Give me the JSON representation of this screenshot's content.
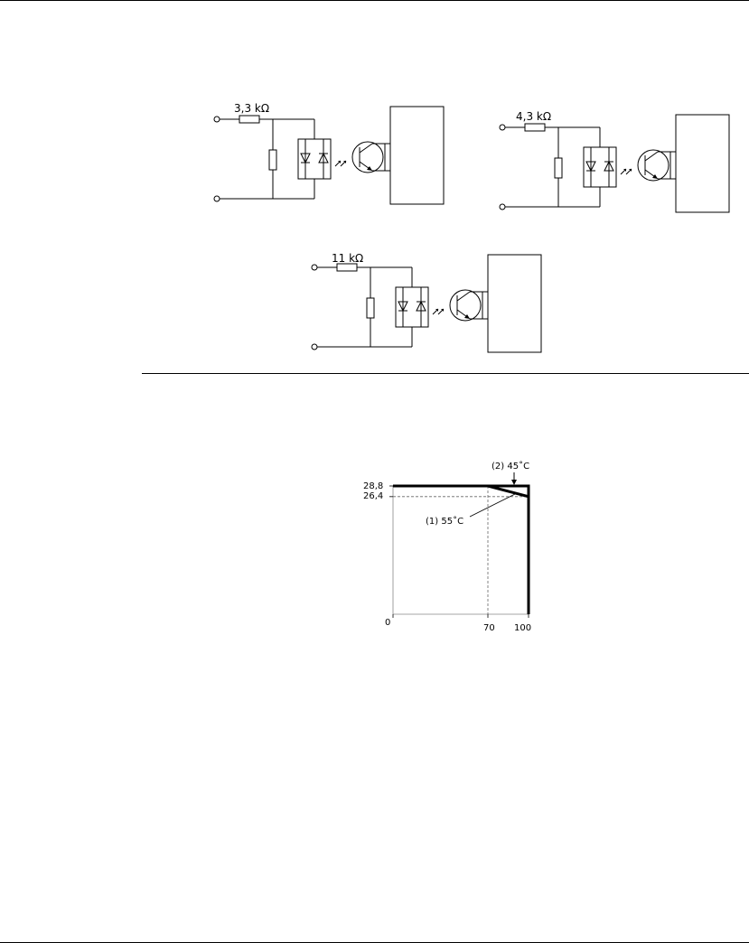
{
  "circuits": [
    {
      "resistor_label": "3,3 kΩ"
    },
    {
      "resistor_label": "4,3 kΩ"
    },
    {
      "resistor_label": "11 kΩ"
    }
  ],
  "derating_chart": {
    "y_tick_labels": [
      "28,8",
      "26,4"
    ],
    "x_tick_labels": [
      "0",
      "70",
      "100"
    ],
    "annotation_45": "(2) 45˚C",
    "annotation_55": "(1) 55˚C"
  },
  "chart_data": {
    "type": "line",
    "title": "",
    "xlabel": "",
    "ylabel": "",
    "x_ticks": [
      0,
      70,
      100
    ],
    "y_ticks": [
      26.4,
      28.8
    ],
    "series": [
      {
        "name": "(2) 45˚C",
        "x": [
          0,
          100,
          100
        ],
        "y": [
          28.8,
          28.8,
          0
        ]
      },
      {
        "name": "(1) 55˚C",
        "x": [
          0,
          70,
          100,
          100
        ],
        "y": [
          28.8,
          28.8,
          26.4,
          0
        ]
      }
    ],
    "reference_lines": [
      {
        "x": 70,
        "style": "dashed"
      },
      {
        "y": 26.4,
        "style": "dashed"
      }
    ],
    "xlim": [
      0,
      100
    ],
    "ylim": [
      0,
      28.8
    ],
    "grid": false,
    "legend": "none"
  }
}
